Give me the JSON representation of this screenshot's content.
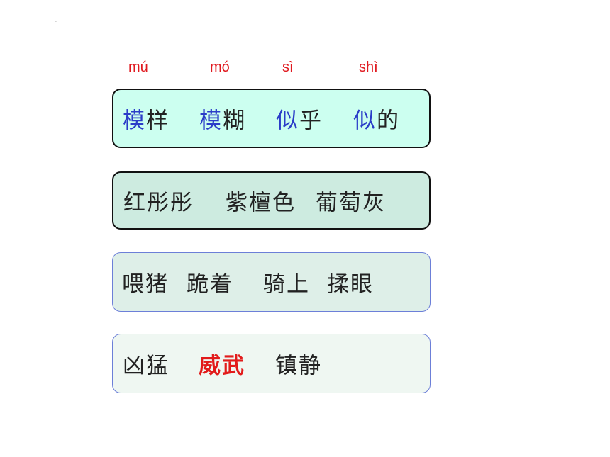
{
  "pinyin": [
    "mú",
    "mó",
    "sì",
    "shì"
  ],
  "row1": [
    {
      "a": "模",
      "b": "样"
    },
    {
      "a": "模",
      "b": "糊"
    },
    {
      "a": "似",
      "b": "乎"
    },
    {
      "a": "似",
      "b": "的"
    }
  ],
  "row2": [
    "红彤彤",
    "紫檀色",
    "葡萄灰"
  ],
  "row3": [
    "喂猪",
    "跪着",
    "骑上",
    "揉眼"
  ],
  "row4": [
    "凶猛",
    "威武",
    "镇静"
  ],
  "colors": {
    "pinyin": "#e0191f",
    "highlight_blue": "#2b3dc8",
    "highlight_red": "#e21b1b",
    "card1_bg": "#ccfff0",
    "card2_bg": "#cdebe0",
    "card3_bg": "#deefe8",
    "card4_bg": "#eff7f2"
  }
}
